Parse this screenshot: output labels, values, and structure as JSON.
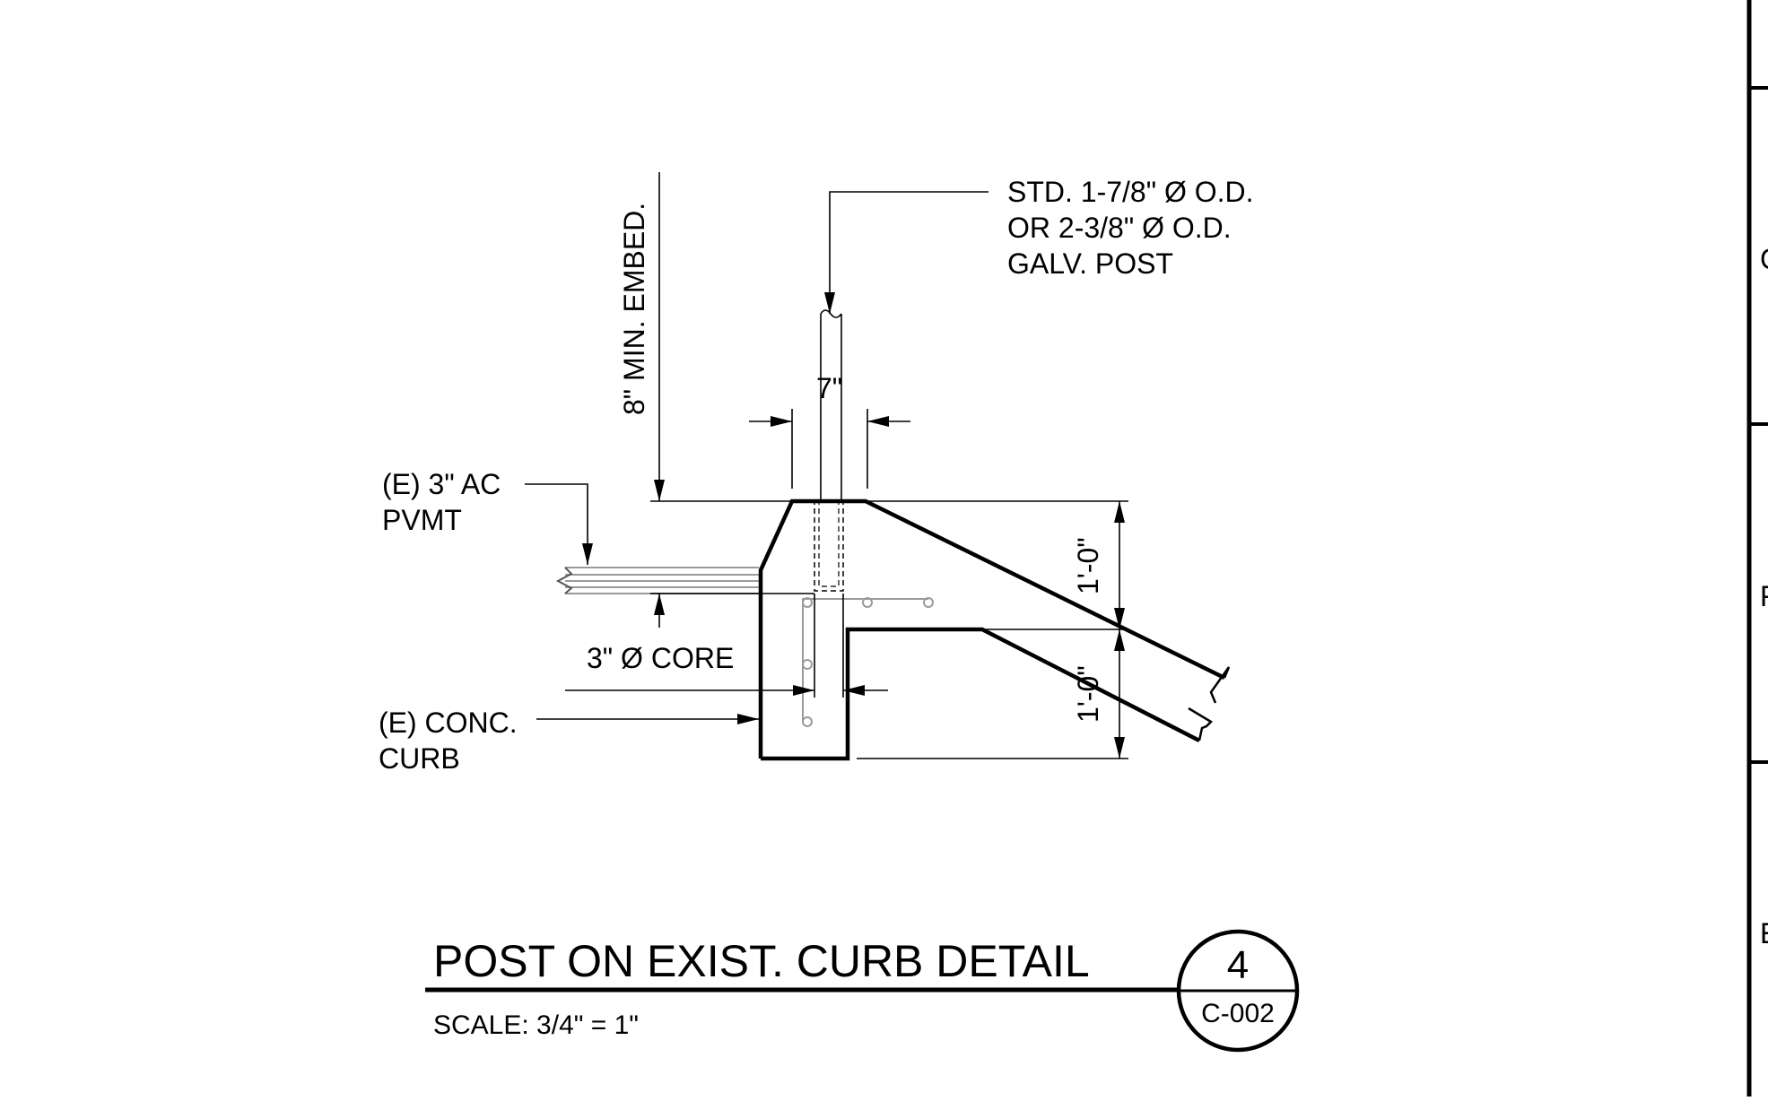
{
  "detail": {
    "title": "POST ON EXIST. CURB DETAIL",
    "scale": "SCALE: 3/4\" = 1\"",
    "number": "4",
    "sheet": "C-002"
  },
  "callouts": {
    "post_line1": "STD. 1-7/8\" Ø O.D.",
    "post_line2": "OR 2-3/8\" Ø O.D.",
    "post_line3": "GALV. POST",
    "embed": "8\" MIN. EMBED.",
    "width": "7\"",
    "pavement_line1": "(E) 3\" AC",
    "pavement_line2": "PVMT",
    "core": "3\" Ø CORE",
    "curb_line1": "(E) CONC.",
    "curb_line2": "CURB",
    "dim_upper": "1'-0\"",
    "dim_lower": "1'-0\""
  },
  "sheet_border": {
    "edge_letters": [
      "C",
      "F",
      "E"
    ]
  }
}
